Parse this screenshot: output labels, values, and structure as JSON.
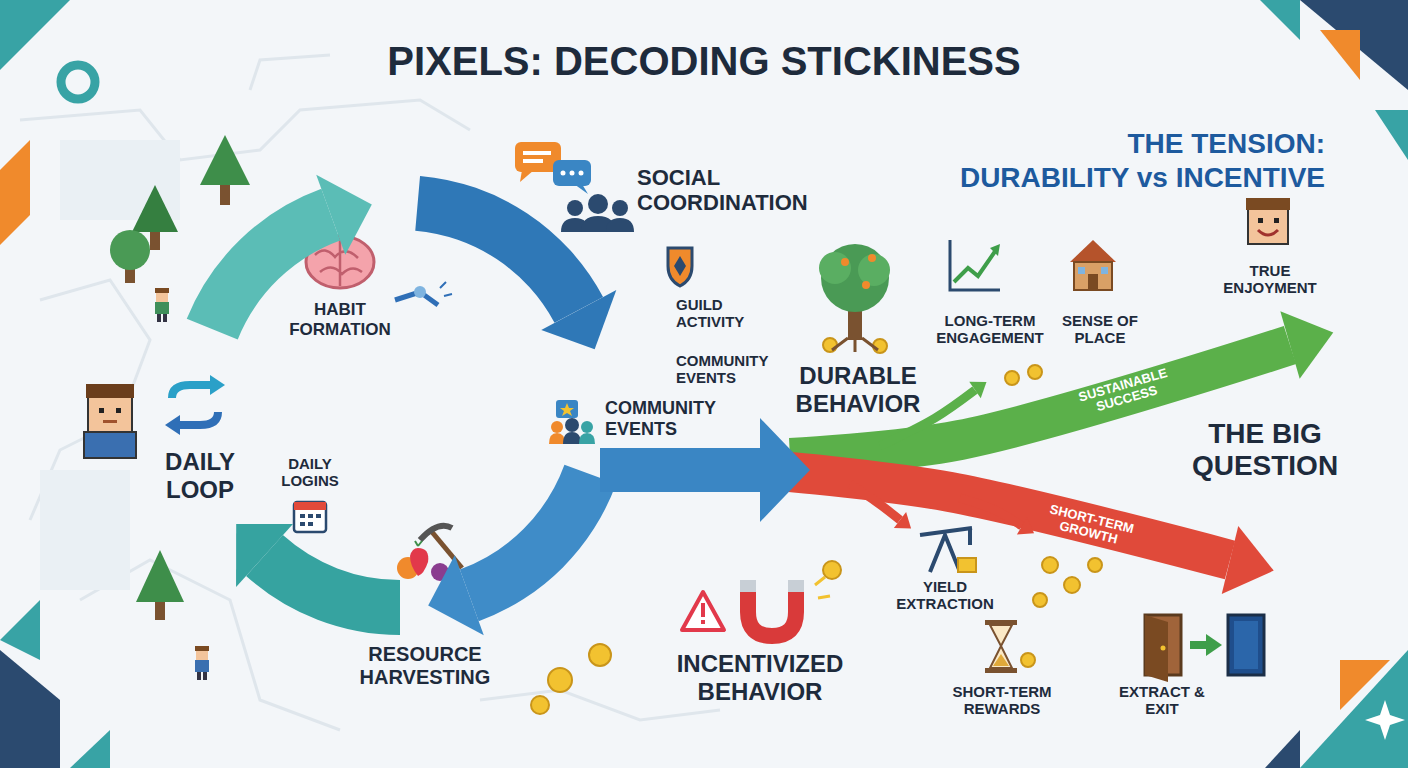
{
  "diagram": {
    "title": "PIXELS: DECODING STICKINESS",
    "labels": [
      "THE TENSION:",
      "DURABILITY vs INCENTIVE",
      "HABIT FORMATION",
      "SOCIAL COORDINATION",
      "GUILD ACTIVITY",
      "COMMUNITY EVENTS",
      "LONG-TERM ENGAGEMENT",
      "SENSE OF PLACE",
      "TRUE ENJOYMENT",
      "DURABLE BEHAVIOR",
      "SUSTAINABLE SUCCESS",
      "COMMUNITY EVENTS",
      "THE BIG QUESTION",
      "DAILY LOOP",
      "DAILY LOGINS",
      "SHORT-TERM GROWTH",
      "YIELD EXTRACTION",
      "RESOURCE HARVESTING",
      "INCENTIVIZED BEHAVIOR",
      "SHORT-TERM REWARDS",
      "EXTRACT & EXIT"
    ]
  }
}
